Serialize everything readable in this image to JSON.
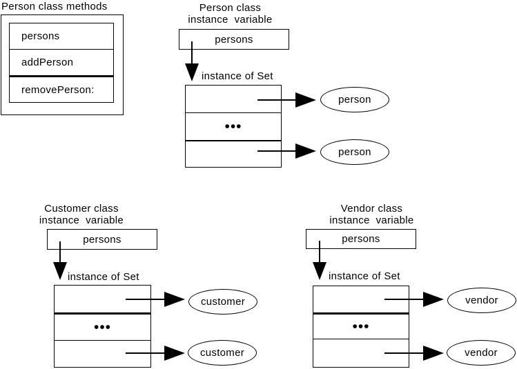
{
  "canvas": {
    "background": "#ffffff",
    "line_color": "#000000"
  },
  "methods_panel": {
    "title": "Person class methods",
    "rows": [
      "persons",
      "addPerson",
      "removePerson:"
    ]
  },
  "sections": {
    "person": {
      "class_line1": "Person class",
      "class_line2": "instance  variable",
      "variable": "persons",
      "set_label": "instance of Set",
      "dots": "•••",
      "element_label": "person"
    },
    "customer": {
      "class_line1": "Customer class",
      "class_line2": "instance  variable",
      "variable": "persons",
      "set_label": "instance of Set",
      "dots": "•••",
      "element_label": "customer"
    },
    "vendor": {
      "class_line1": "Vendor class",
      "class_line2": "instance  variable",
      "variable": "persons",
      "set_label": "instance of Set",
      "dots": "•••",
      "element_label": "vendor"
    }
  }
}
